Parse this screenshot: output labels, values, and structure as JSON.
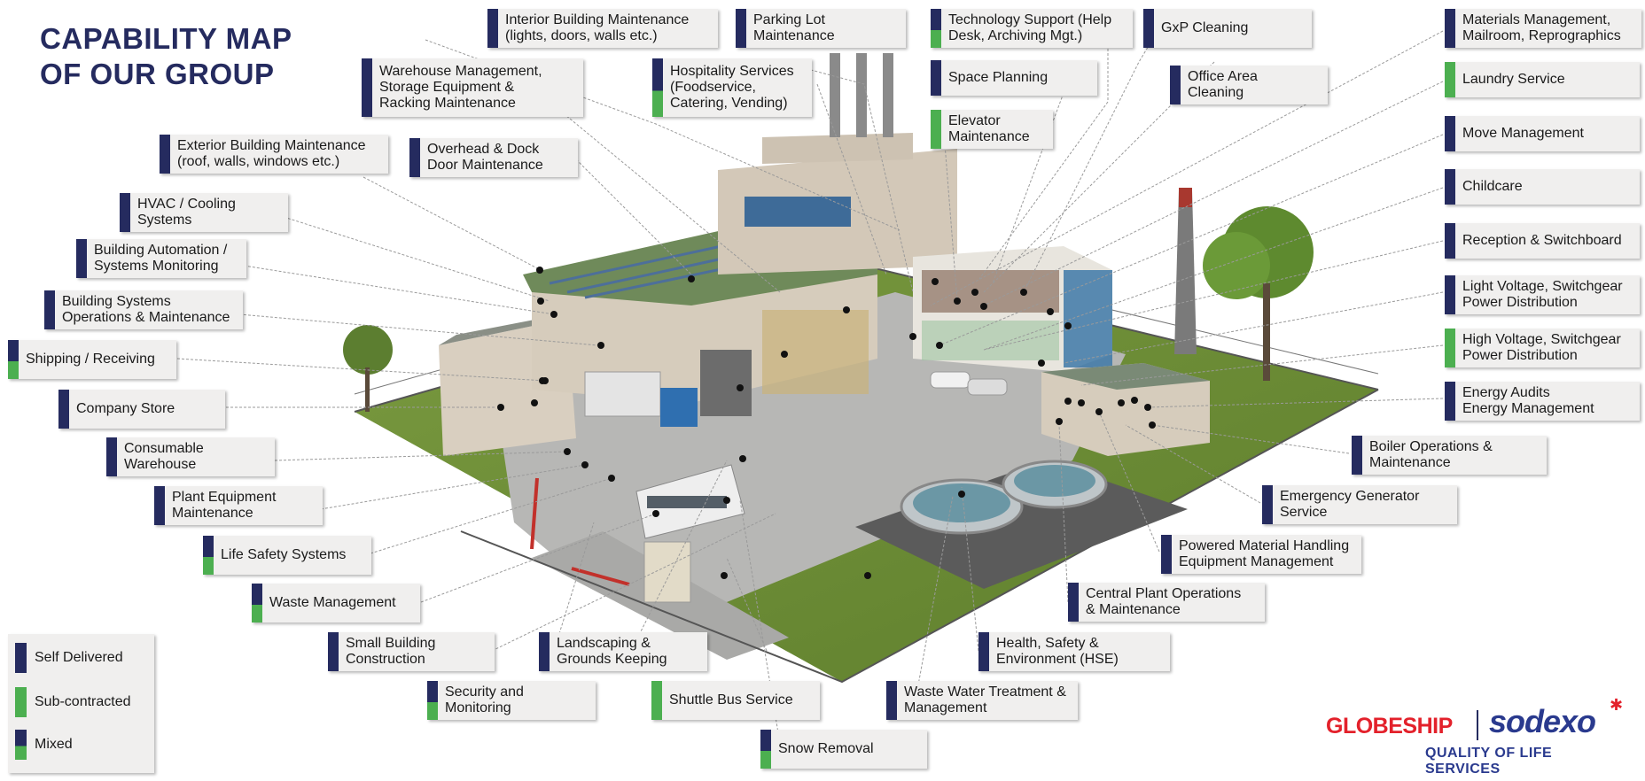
{
  "title_lines": [
    "CAPABILITY MAP",
    "OF OUR GROUP"
  ],
  "colors": {
    "self_delivered": "#252b5f",
    "sub_contracted": "#4caf50",
    "accent_red": "#e3212b"
  },
  "labels": [
    {
      "text": "Interior Building Maintenance\n(lights, doors, walls etc.)",
      "type": "self"
    },
    {
      "text": "Parking Lot\nMaintenance",
      "type": "self"
    },
    {
      "text": "Technology Support (Help\nDesk, Archiving Mgt.)",
      "type": "mixed"
    },
    {
      "text": "GxP Cleaning",
      "type": "self"
    },
    {
      "text": "Materials Management,\nMailroom, Reprographics",
      "type": "self"
    },
    {
      "text": "Warehouse Management,\nStorage Equipment &\nRacking Maintenance",
      "type": "self"
    },
    {
      "text": "Hospitality Services\n(Foodservice,\nCatering, Vending)",
      "type": "mixed"
    },
    {
      "text": "Space Planning",
      "type": "self"
    },
    {
      "text": "Office Area\nCleaning",
      "type": "self"
    },
    {
      "text": "Laundry Service",
      "type": "sub"
    },
    {
      "text": "Elevator\nMaintenance",
      "type": "sub"
    },
    {
      "text": "Exterior Building Maintenance\n(roof, walls, windows etc.)",
      "type": "self"
    },
    {
      "text": "Overhead & Dock\nDoor Maintenance",
      "type": "self"
    },
    {
      "text": "Move Management",
      "type": "self"
    },
    {
      "text": "Childcare",
      "type": "self"
    },
    {
      "text": "HVAC / Cooling\nSystems",
      "type": "self"
    },
    {
      "text": "Building Automation /\nSystems Monitoring",
      "type": "self"
    },
    {
      "text": "Reception & Switchboard",
      "type": "self"
    },
    {
      "text": "Light Voltage, Switchgear\nPower Distribution",
      "type": "self"
    },
    {
      "text": "Building Systems\nOperations & Maintenance",
      "type": "self"
    },
    {
      "text": "Shipping / Receiving",
      "type": "mixed"
    },
    {
      "text": "High Voltage, Switchgear\nPower Distribution",
      "type": "sub"
    },
    {
      "text": "Company Store",
      "type": "self"
    },
    {
      "text": "Energy Audits\nEnergy Management",
      "type": "self"
    },
    {
      "text": "Consumable\nWarehouse",
      "type": "self"
    },
    {
      "text": "Boiler Operations &\nMaintenance",
      "type": "self"
    },
    {
      "text": "Plant Equipment\nMaintenance",
      "type": "self"
    },
    {
      "text": "Emergency Generator\nService",
      "type": "self"
    },
    {
      "text": "Life Safety Systems",
      "type": "mixed"
    },
    {
      "text": "Powered Material Handling\nEquipment Management",
      "type": "self"
    },
    {
      "text": "Waste Management",
      "type": "mixed"
    },
    {
      "text": "Central Plant Operations\n& Maintenance",
      "type": "self"
    },
    {
      "text": "Small Building\nConstruction",
      "type": "self"
    },
    {
      "text": "Landscaping &\nGrounds Keeping",
      "type": "self"
    },
    {
      "text": "Health, Safety &\nEnvironment (HSE)",
      "type": "self"
    },
    {
      "text": "Security and\nMonitoring",
      "type": "mixed"
    },
    {
      "text": "Shuttle Bus Service",
      "type": "sub"
    },
    {
      "text": "Waste Water Treatment &\nManagement",
      "type": "self"
    },
    {
      "text": "Snow Removal",
      "type": "mixed"
    }
  ],
  "legend": [
    {
      "text": "Self Delivered",
      "type": "self"
    },
    {
      "text": "Sub-contracted",
      "type": "sub"
    },
    {
      "text": "Mixed",
      "type": "mixed"
    }
  ],
  "logo": {
    "globeship": "GLOBESHIP",
    "sodexo": "sodexo",
    "tagline": "QUALITY OF LIFE SERVICES"
  }
}
